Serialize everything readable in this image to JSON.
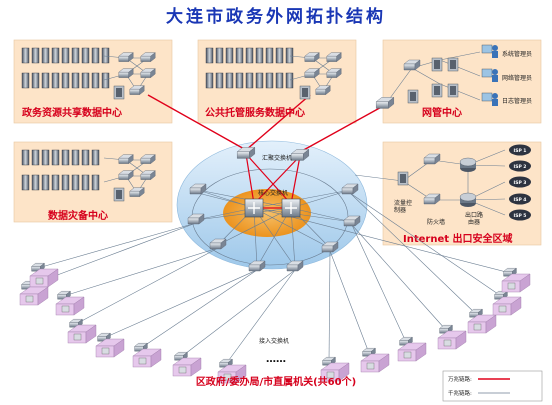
{
  "title": "大连市政务外网拓扑结构",
  "panels": {
    "gov_data_center": "政务资源共享数据中心",
    "public_hosting": "公共托管服务数据中心",
    "network_mgmt": "网管中心",
    "disaster_recovery": "数据灾备中心",
    "internet_exit": "Internet 出口安全区域"
  },
  "mgmt_roles": [
    "系统管理员",
    "网络管理员",
    "日志管理员"
  ],
  "internet_devices": {
    "flow_control": "流量控制器",
    "firewall": "防火墙",
    "exit_router": "出口路由器"
  },
  "isp_labels": [
    "ISP 1",
    "ISP 2",
    "ISP 3",
    "ISP 4",
    "ISP 5"
  ],
  "core": {
    "aggregation_switch": "汇聚交换机",
    "core_switch": "核心交换机",
    "access_switch": "接入交换机"
  },
  "ellipsis": "……",
  "bottom_caption": "区政府/委办局/市直属机关(共60个)",
  "legend": {
    "gigabit_10": "万兆链路:",
    "gigabit_1": "千兆链路:"
  },
  "colors": {
    "title": "#1a37b5",
    "label_red": "#d6001c",
    "panel_fill": "#fde4c8",
    "ring_fill": "#c9e2f5",
    "core_fill": "#f0a235",
    "site_fill": "#e6c8ec",
    "link_red": "#e0001a"
  }
}
